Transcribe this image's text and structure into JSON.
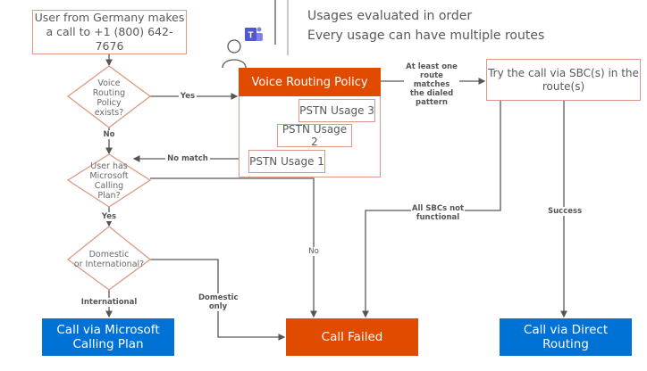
{
  "notes": {
    "line1": "Usages evaluated in order",
    "line2": "Every usage can have multiple routes"
  },
  "nodes": {
    "start": "User from Germany makes a call to +1 (800) 642-7676",
    "decision_policy": [
      "Voice",
      "Routing",
      "Policy",
      "exists?"
    ],
    "policy_title": "Voice Routing Policy",
    "usages": [
      "PSTN Usage 3",
      "PSTN Usage 2",
      "PSTN Usage 1"
    ],
    "decision_calling_plan": [
      "User has",
      "Microsoft",
      "Calling",
      "Plan?"
    ],
    "decision_domestic": [
      "Domestic",
      "or International?"
    ],
    "try_sbc": "Try the call via SBC(s) in the route(s)",
    "call_failed": "Call Failed",
    "call_mcp": "Call via Microsoft Calling Plan",
    "call_direct": "Call via Direct Routing"
  },
  "edge_labels": {
    "yes_policy": "Yes",
    "no_policy": "No",
    "no_match": "No match",
    "yes_plan": "Yes",
    "no_plan": "No",
    "international": "International",
    "domestic_only": [
      "Domestic",
      "only"
    ],
    "route_matches": [
      "At least one",
      "route matches",
      "the dialed",
      "pattern"
    ],
    "all_sbcs": [
      "All SBCs not",
      "functional"
    ],
    "success": "Success"
  },
  "colors": {
    "orange": "#e14b00",
    "blue": "#0072d6",
    "outline": "#d99a84",
    "line": "#595959"
  }
}
